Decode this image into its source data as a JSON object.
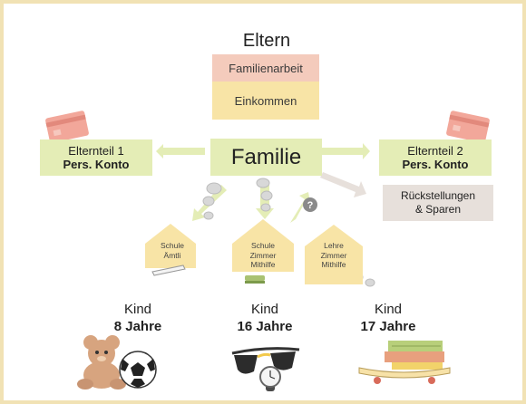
{
  "header": {
    "title": "Eltern"
  },
  "income": {
    "top_label": "Familienarbeit",
    "bottom_label": "Einkommen"
  },
  "center": {
    "label": "Familie"
  },
  "parents": [
    {
      "line1": "Elternteil 1",
      "line2": "Pers. Konto"
    },
    {
      "line1": "Elternteil 2",
      "line2": "Pers. Konto"
    }
  ],
  "savings": {
    "line1": "Rückstellungen",
    "line2": "& Sparen"
  },
  "question_mark": "?",
  "houses": [
    {
      "line1": "Schule",
      "line2": "Ämtli",
      "line3": ""
    },
    {
      "line1": "Schule",
      "line2": "Zimmer",
      "line3": "Mithilfe"
    },
    {
      "line1": "Lehre",
      "line2": "Zimmer",
      "line3": "Mithilfe"
    }
  ],
  "kids": [
    {
      "label": "Kind",
      "age": "8 Jahre"
    },
    {
      "label": "Kind",
      "age": "16 Jahre"
    },
    {
      "label": "Kind",
      "age": "17 Jahre"
    }
  ],
  "icons": [
    "credit-card-icon",
    "coin-icon",
    "teddy-bear-icon",
    "soccer-ball-icon",
    "sunglasses-icon",
    "wristwatch-icon",
    "books-icon",
    "skateboard-icon",
    "ruler-icon",
    "comb-icon"
  ],
  "colors": {
    "frame": "#f1e2b4",
    "pink": "#f4cbbc",
    "yellow": "#f8e4a6",
    "green": "#e4edb6",
    "grey": "#e7e0db",
    "house": "#f8e4a6"
  }
}
